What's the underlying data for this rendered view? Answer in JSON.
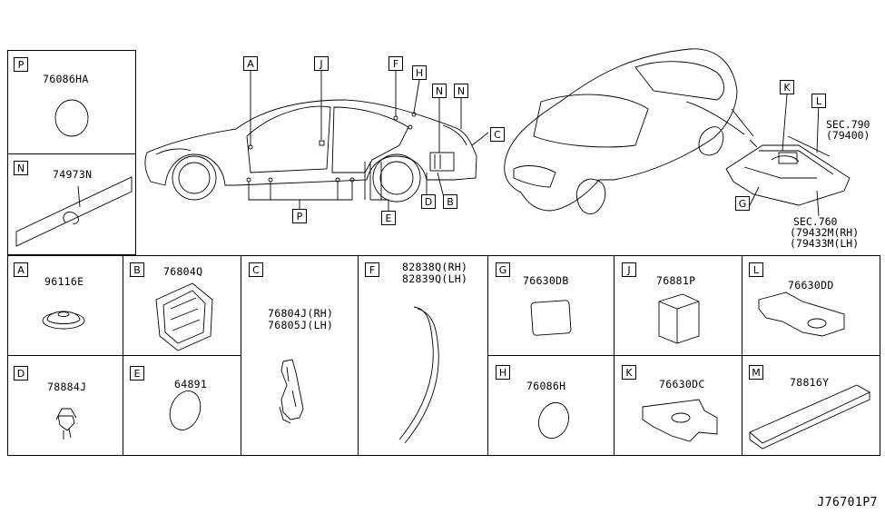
{
  "main_labels": {
    "A": "A",
    "J": "J",
    "F": "F",
    "H": "H",
    "N1": "N",
    "N2": "N",
    "C": "C",
    "P": "P",
    "E": "E",
    "D": "D",
    "B": "B",
    "K": "K",
    "L": "L",
    "G": "G"
  },
  "sec_790": [
    "SEC.790",
    "(79400)"
  ],
  "sec_760": [
    "SEC.760",
    "(79432M(RH)",
    "(79433M(LH)"
  ],
  "panels": {
    "P": {
      "letter": "P",
      "part": "76086HA"
    },
    "N": {
      "letter": "N",
      "part": "74973N"
    },
    "A": {
      "letter": "A",
      "part": "96116E"
    },
    "B": {
      "letter": "B",
      "part": "76804Q"
    },
    "C": {
      "letter": "C",
      "part_rh": "76804J(RH)",
      "part_lh": "76805J(LH)"
    },
    "F": {
      "letter": "F",
      "part_rh": "82838Q(RH)",
      "part_lh": "82839Q(LH)"
    },
    "G": {
      "letter": "G",
      "part": "76630DB"
    },
    "J": {
      "letter": "J",
      "part": "76881P"
    },
    "L": {
      "letter": "L",
      "part": "76630DD"
    },
    "D": {
      "letter": "D",
      "part": "78884J"
    },
    "E": {
      "letter": "E",
      "part": "64891"
    },
    "H": {
      "letter": "H",
      "part": "76086H"
    },
    "K": {
      "letter": "K",
      "part": "76630DC"
    },
    "M": {
      "letter": "M",
      "part": "78816Y"
    }
  },
  "diagram_ref": "J76701P7"
}
